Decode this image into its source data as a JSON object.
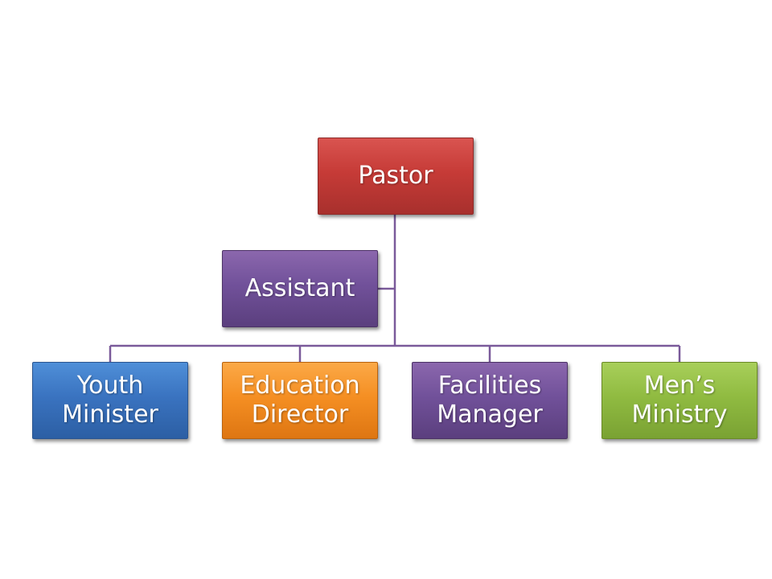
{
  "diagram": {
    "root": {
      "lines": [
        "Pastor"
      ],
      "color": "#c63b37"
    },
    "assistant": {
      "lines": [
        "Assistant"
      ],
      "color": "#71519a"
    },
    "reports": [
      {
        "lines": [
          "Youth",
          "Minister"
        ],
        "color": "#3a73c0"
      },
      {
        "lines": [
          "Education",
          "Director"
        ],
        "color": "#f58f23"
      },
      {
        "lines": [
          "Facilities",
          "Manager"
        ],
        "color": "#71519a"
      },
      {
        "lines": [
          "Men’s",
          "Ministry"
        ],
        "color": "#90bb41"
      }
    ],
    "connector_color": "#7a5a9a"
  }
}
